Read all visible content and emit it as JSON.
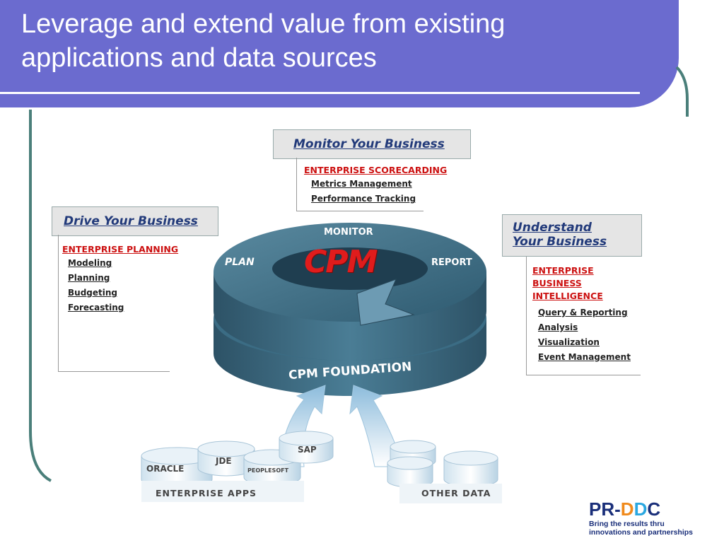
{
  "slide": {
    "title_line1": "Leverage and extend value from existing",
    "title_line2": "applications and data sources"
  },
  "drive": {
    "title": "Drive Your Business",
    "header": "ENTERPRISE PLANNING",
    "items": [
      "Modeling",
      "Planning",
      "Budgeting",
      "Forecasting"
    ]
  },
  "monitor": {
    "title": "Monitor Your Business",
    "header": "ENTERPRISE SCORECARDING",
    "items": [
      "Metrics Management",
      "Performance Tracking"
    ]
  },
  "understand": {
    "title_line1": "Understand",
    "title_line2": "Your Business",
    "header_lines": [
      "ENTERPRISE",
      "BUSINESS",
      "INTELLIGENCE"
    ],
    "items": [
      "Query & Reporting",
      "Analysis",
      "Visualization",
      "Event Management"
    ]
  },
  "ring": {
    "monitor": "MONITOR",
    "plan": "PLAN",
    "report": "REPORT",
    "center": "CPM",
    "foundation": "CPM FOUNDATION"
  },
  "sources": {
    "oracle": "ORACLE",
    "jde": "JDE",
    "peoplesoft": "PEOPLESOFT",
    "sap": "SAP",
    "enterprise_apps": "ENTERPRISE APPS",
    "other_data": "OTHER DATA"
  },
  "logo": {
    "pr": "PR-",
    "d1": "D",
    "d2": "D",
    "c": "C",
    "tagline1": "Bring the results thru",
    "tagline2": "innovations and partnerships"
  },
  "colors": {
    "title_bar": "#6b6bcf",
    "accent_teal": "#4a7f7a",
    "ring_blue": "#3f6e85",
    "cpm_red": "#e01c1c",
    "header_red": "#cc1111",
    "logo_navy": "#1a2f7a",
    "logo_orange": "#f08a1c",
    "logo_blue": "#2aa7e0"
  }
}
